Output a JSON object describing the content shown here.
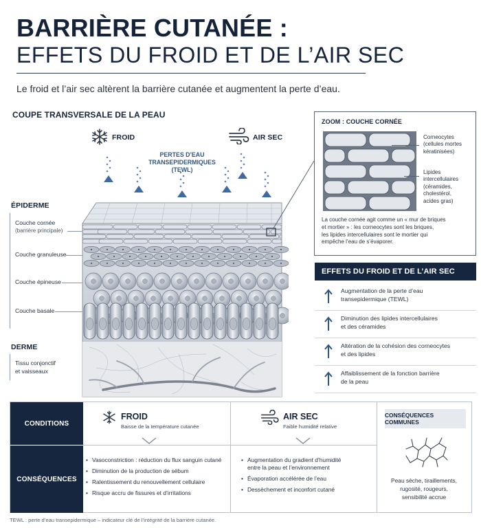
{
  "header": {
    "title_line1": "BARRIÈRE CUTANÉE :",
    "title_line2": "EFFETS DU FROID ET DE L’AIR SEC",
    "subtitle": "Le froid et l’air sec altèrent la barrière cutanée et augmentent la perte d’eau."
  },
  "cross_section": {
    "title": "COUPE TRANSVERSALE DE LA PEAU",
    "cold_label": "FROID",
    "dry_air_label": "AIR SEC",
    "tewl_line1": "PERTES D’EAU",
    "tewl_line2": "TRANSEPIDERMIQUES",
    "tewl_line3": "(TEWL)",
    "epiderme": "ÉPIDERME",
    "layers": [
      {
        "label": "Couche cornée",
        "sub": "(barrière principale)"
      },
      {
        "label": "Couche granuleuse",
        "sub": ""
      },
      {
        "label": "Couche épineuse",
        "sub": ""
      },
      {
        "label": "Couche basale",
        "sub": ""
      }
    ],
    "derme": "DERME",
    "derme_tissue_line1": "Tissu conjonctif",
    "derme_tissue_line2": "et vaisseaux"
  },
  "zoom": {
    "title": "ZOOM : COUCHE CORNÉE",
    "corneocytes_line1": "Corneocytes",
    "corneocytes_line2": "(cellules mortes",
    "corneocytes_line3": "kératinisées)",
    "lipids_line1": "Lipides",
    "lipids_line2": "intercellulaires",
    "lipids_line3": "(céramides,",
    "lipids_line4": "cholestérol,",
    "lipids_line5": "acides gras)",
    "caption_line1": "La couche cornée agit comme un « mur de briques",
    "caption_line2": "et mortier » : les corneocytes sont les briques,",
    "caption_line3": "les lipides intercellulaires sont le mortier qui",
    "caption_line4": "empêche l’eau de s’évaporer."
  },
  "effects": {
    "title": "EFFETS DU FROID ET DE L’AIR SEC",
    "items": [
      {
        "line1": "Augmentation de la perte d’eau",
        "line2": "transepidermique (TEWL)"
      },
      {
        "line1": "Diminution des lipides intercellulaires",
        "line2": "et des céramides"
      },
      {
        "line1": "Altération de la cohésion des corneocytes",
        "line2": "et des lipides"
      },
      {
        "line1": "Affaiblissement de la fonction barrière",
        "line2": "de la peau"
      }
    ]
  },
  "table": {
    "row_conditions": "CONDITIONS",
    "row_consequences": "CONSÉQUENCES",
    "cold": {
      "title": "FROID",
      "subtitle": "Baisse de la température cutanée",
      "bullets": [
        "Vasoconstriction : réduction du flux sanguin cutané",
        "Diminution de la production de sébum",
        "Ralentissement du renouvellement cellulaire",
        "Risque accru de fissures et d’irritations"
      ]
    },
    "dry": {
      "title": "AIR SEC",
      "subtitle": "Faible humidité relative",
      "bullets_line": [
        [
          "Augmentation du gradient d’humidité",
          "entre la peau et l’environnement"
        ],
        [
          "Évaporation accélérée de l’eau",
          ""
        ],
        [
          "Dessèchement et inconfort cutané",
          ""
        ]
      ]
    },
    "common": {
      "title": "CONSÉQUENCES COMMUNES",
      "line1": "Peau sèche, tiraillements,",
      "line2": "rugosité, rougeurs,",
      "line3": "sensibilité accrue"
    }
  },
  "footnote": "TEWL : perte d’eau transepidermique – indicateur clé de l’intégrité de la barrière cutanée.",
  "colors": {
    "navy": "#16263f",
    "arrow_blue": "#2f5486",
    "skin_gray": "#c5ccd6"
  }
}
